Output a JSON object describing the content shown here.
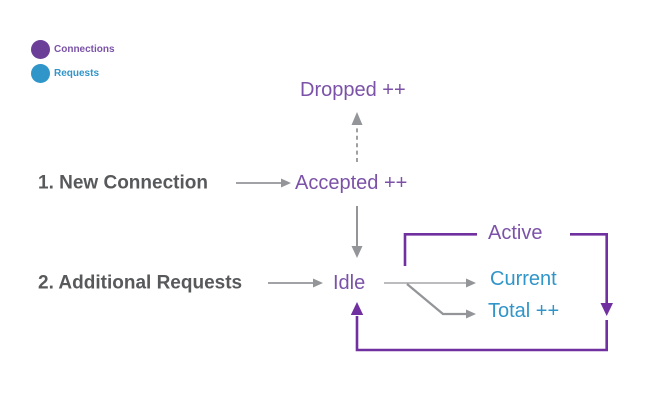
{
  "legend": {
    "items": [
      {
        "label": "Connections",
        "color": "#6b3e98"
      },
      {
        "label": "Requests",
        "color": "#3095c8"
      }
    ]
  },
  "steps": {
    "step1": "1. New Connection",
    "step2": "2. Additional Requests"
  },
  "nodes": {
    "dropped": "Dropped ++",
    "accepted": "Accepted ++",
    "idle": "Idle",
    "active": "Active",
    "current": "Current",
    "total": "Total ++"
  },
  "edges": [
    {
      "from": "step1",
      "to": "accepted",
      "style": "solid-gray"
    },
    {
      "from": "accepted",
      "to": "dropped",
      "style": "dashed-gray"
    },
    {
      "from": "accepted",
      "to": "idle",
      "style": "solid-gray"
    },
    {
      "from": "step2",
      "to": "idle",
      "style": "solid-gray"
    },
    {
      "from": "idle",
      "to": "current",
      "style": "thin-gray"
    },
    {
      "from": "idle",
      "to": "total",
      "style": "solid-gray"
    },
    {
      "from": "idle",
      "to": "idle",
      "via": "active",
      "style": "purple-loop"
    }
  ],
  "colors": {
    "purple_text": "#7b52a8",
    "purple_line": "#7030a0",
    "blue_text": "#3095c8",
    "gray_text": "#58595b",
    "gray_arrow": "#939598",
    "background": "#ffffff"
  }
}
